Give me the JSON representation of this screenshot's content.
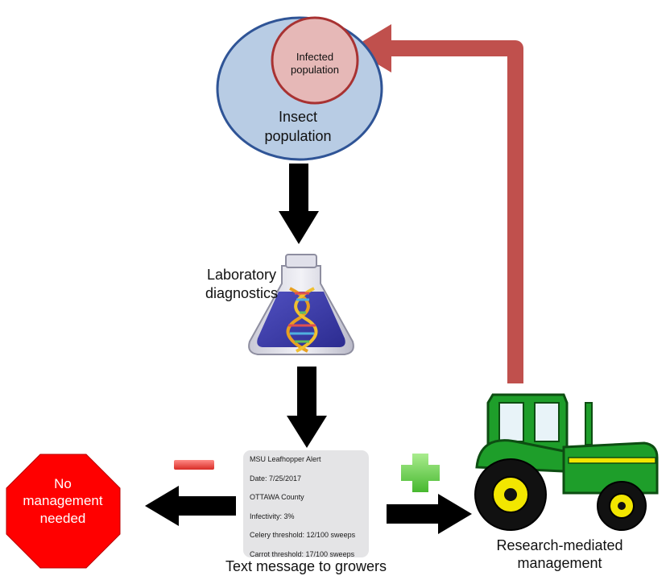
{
  "diagram": {
    "insect_population": {
      "label_line1": "Insect",
      "label_line2": "population"
    },
    "infected_population": {
      "label_line1": "Infected",
      "label_line2": "population"
    },
    "laboratory": {
      "label_line1": "Laboratory",
      "label_line2": "diagnostics"
    },
    "text_message": {
      "caption": "Text message to growers",
      "lines": [
        "MSU Leafhopper Alert",
        "Date: 7/25/2017",
        "OTTAWA County",
        "Infectivity: 3%",
        "Celery threshold: 12/100 sweeps",
        "Carrot threshold: 17/100 sweeps"
      ]
    },
    "no_management": {
      "label_line1": "No",
      "label_line2": "management",
      "label_line3": "needed"
    },
    "management": {
      "label_line1": "Research-mediated",
      "label_line2": "management"
    },
    "colors": {
      "insect_fill": "#b8cce4",
      "insect_stroke": "#2f5496",
      "infected_fill": "#e6b8b7",
      "infected_stroke": "#a83232",
      "feedback_arrow": "#c0504d",
      "flow_arrow": "#000000",
      "stop_sign": "#ff0000",
      "minus_sign": "#e8403c",
      "plus_sign": "#6fcf4f",
      "tractor_green": "#1e9e2a",
      "tractor_yellow": "#f2e600",
      "flask_liquid": "#3c3ca8"
    },
    "icons": [
      "flask-icon",
      "dna-icon",
      "tractor-icon",
      "stop-sign-icon",
      "minus-icon",
      "plus-icon"
    ]
  }
}
